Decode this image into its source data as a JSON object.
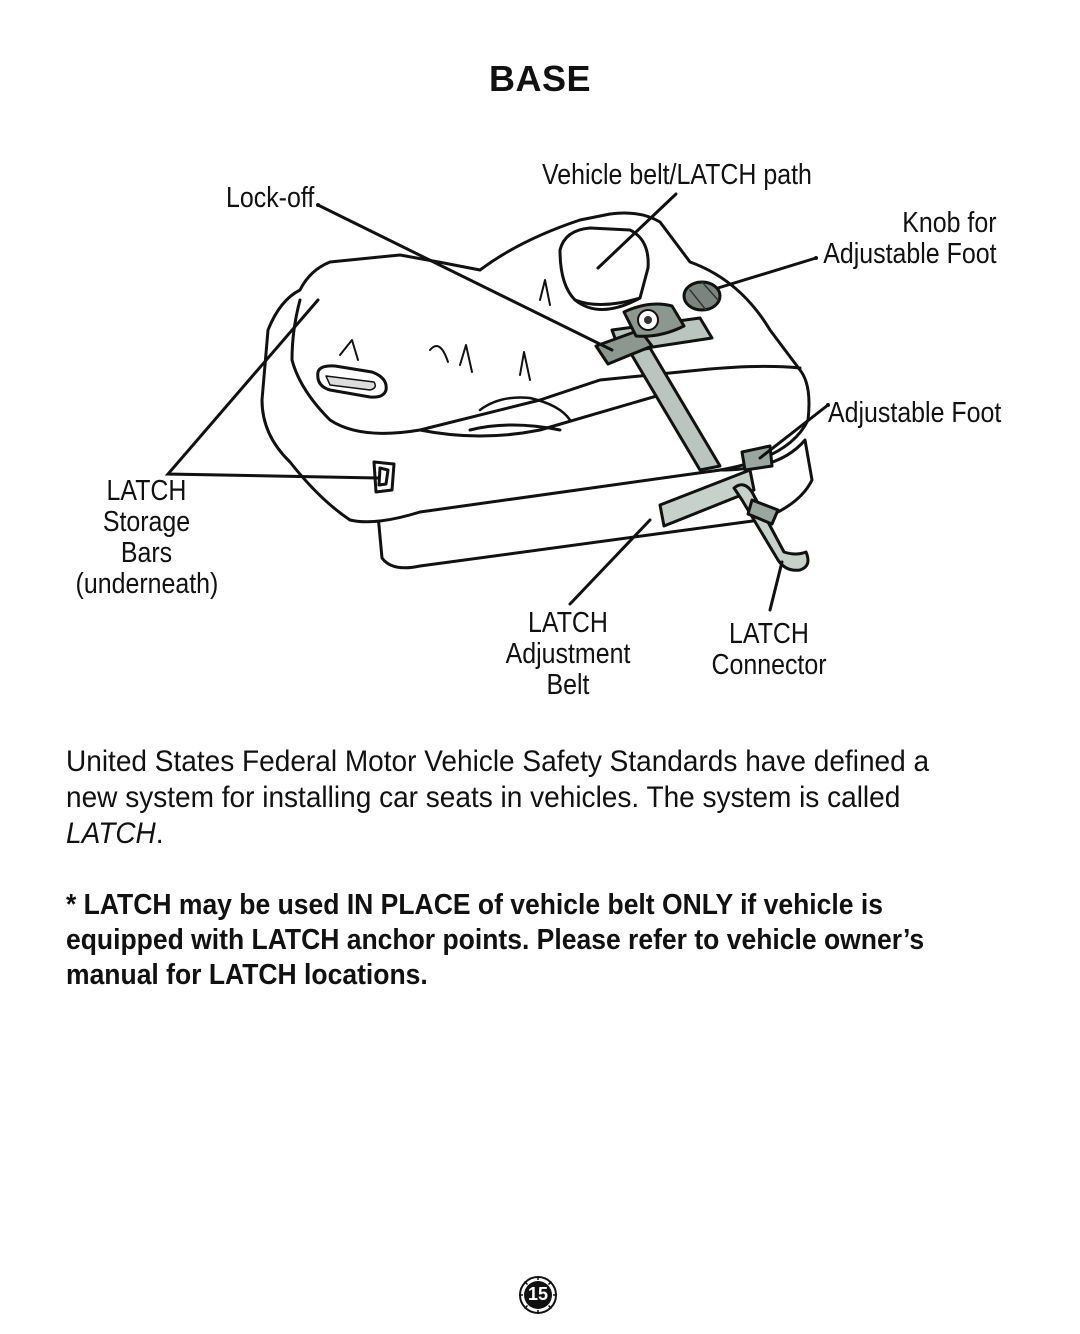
{
  "title": "BASE",
  "labels": {
    "lock_off": "Lock-off",
    "vehicle_belt_path": "Vehicle belt/LATCH path",
    "knob_line1": "Knob for",
    "knob_line2": "Adjustable Foot",
    "adjustable_foot": "Adjustable Foot",
    "storage_line1": "LATCH",
    "storage_line2": "Storage",
    "storage_line3": "Bars",
    "storage_line4": "(underneath)",
    "adj_belt_line1": "LATCH",
    "adj_belt_line2": "Adjustment",
    "adj_belt_line3": "Belt",
    "connector_line1": "LATCH",
    "connector_line2": "Connector"
  },
  "body": {
    "paragraph": "United States Federal Motor Vehicle Safety Standards have defined a new system for installing car seats in vehicles. The system is called",
    "latch_word": "LATCH",
    "warning": "* LATCH may be used IN PLACE of vehicle belt ONLY if vehicle is equipped with LATCH anchor points. Please refer to vehicle owner’s manual for LATCH locations."
  },
  "page_number": "15"
}
